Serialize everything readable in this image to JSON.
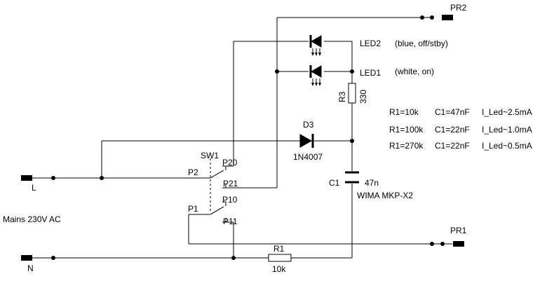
{
  "ports": {
    "pr2": "PR2",
    "pr1": "PR1",
    "l": "L",
    "n": "N"
  },
  "mains_label": "Mains 230V AC",
  "leds": {
    "led2": {
      "name": "LED2",
      "note": "(blue, off/stby)"
    },
    "led1": {
      "name": "LED1",
      "note": "(white, on)"
    }
  },
  "r3": {
    "name": "R3",
    "value": "330"
  },
  "d3": {
    "name": "D3",
    "part": "1N4007"
  },
  "c1": {
    "name": "C1",
    "value": "47n",
    "part": "WIMA MKP-X2"
  },
  "r1": {
    "name": "R1",
    "value": "10k"
  },
  "sw1": {
    "name": "SW1",
    "p2": "P2",
    "p20": "P20",
    "p21": "P21",
    "p1": "P1",
    "p10": "P10",
    "p11": "P11"
  },
  "table": [
    {
      "r": "R1=10k",
      "c": "C1=47nF",
      "i": "I_Led~2.5mA"
    },
    {
      "r": "R1=100k",
      "c": "C1=22nF",
      "i": "I_Led~1.0mA"
    },
    {
      "r": "R1=270k",
      "c": "C1=22nF",
      "i": "I_Led~0.5mA"
    }
  ]
}
